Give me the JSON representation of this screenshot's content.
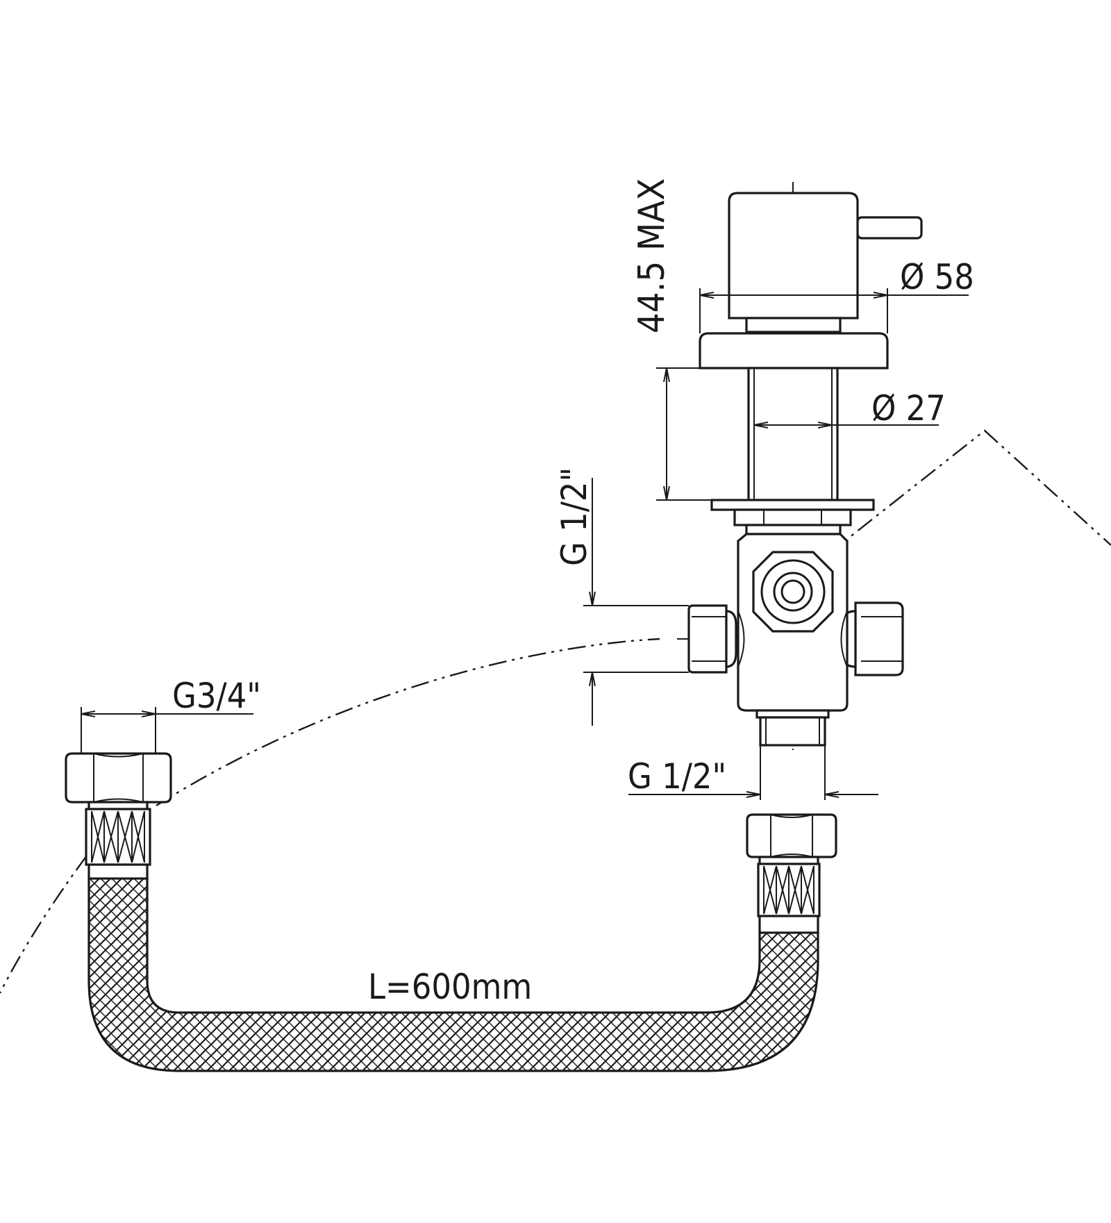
{
  "drawing": {
    "labels": {
      "height_max": "44.5 MAX",
      "diameter_rosette": "Ø 58",
      "diameter_stem": "Ø 27",
      "inlet_thread_side": "G  1/2\"",
      "outlet_thread_bottom": "G  1/2\"",
      "hose_thread": "G3/4\"",
      "hose_length": "L=600mm"
    }
  }
}
